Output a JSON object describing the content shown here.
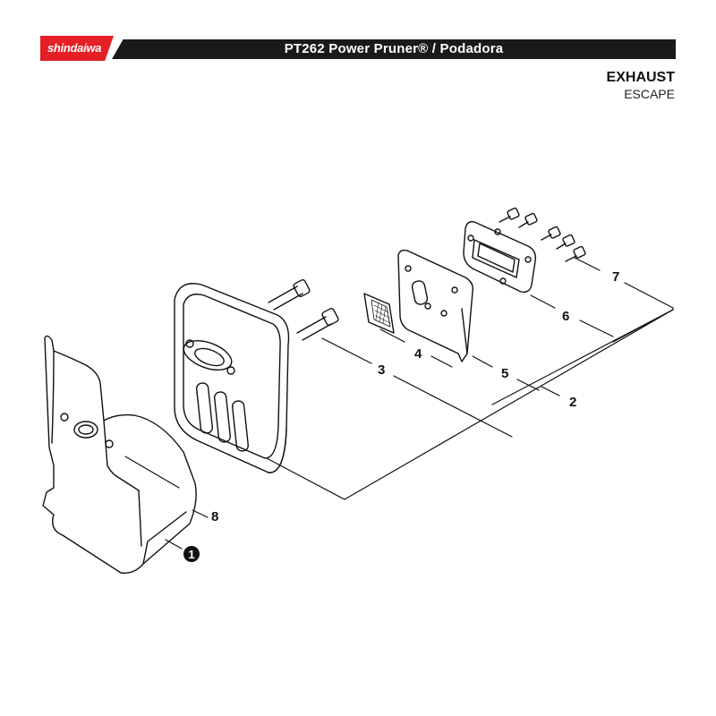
{
  "header": {
    "brand": "shindaiwa",
    "title": "PT262 Power Pruner® / Podadora"
  },
  "section": {
    "title": "EXHAUST",
    "subtitle": "ESCAPE"
  },
  "callouts": {
    "c1": "1",
    "c2": "2",
    "c3": "3",
    "c4": "4",
    "c5": "5",
    "c6": "6",
    "c7": "7",
    "c8": "8"
  },
  "colors": {
    "brand_red": "#e41f25",
    "title_bar": "#1a1a1a",
    "line": "#111111"
  }
}
